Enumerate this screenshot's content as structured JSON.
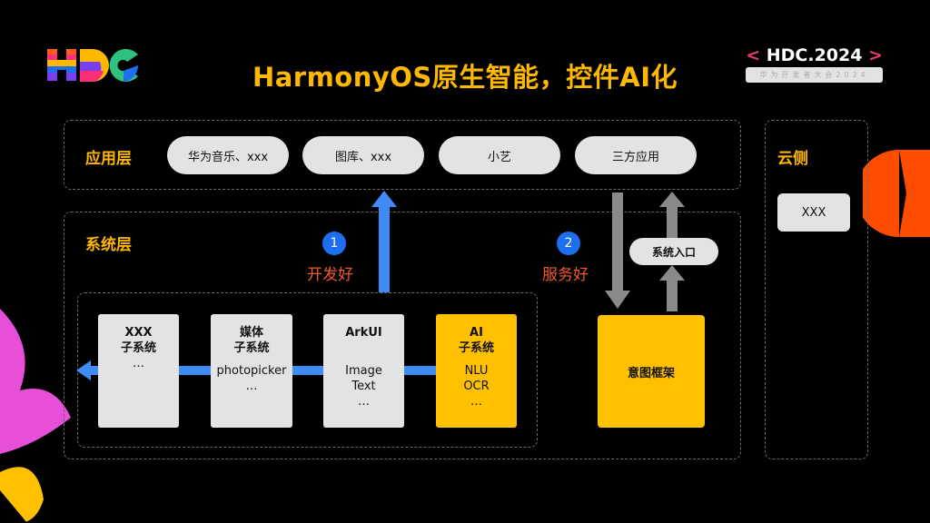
{
  "header": {
    "title": "HarmonyOS原生智能，控件AI化",
    "badge_left": "<",
    "badge_text": "HDC.2024",
    "badge_right": ">",
    "badge_sub": "华为开发者大会2024"
  },
  "app_layer": {
    "label": "应用层",
    "apps": [
      "华为音乐、xxx",
      "图库、xxx",
      "小艺",
      "三方应用"
    ]
  },
  "system_layer": {
    "label": "系统层",
    "step1": {
      "num": "1",
      "label": "开发好"
    },
    "step2": {
      "num": "2",
      "label": "服务好"
    },
    "entry": "系统入口",
    "intent": "意图框架",
    "subsystems": [
      {
        "title": "XXX",
        "title2": "子系统",
        "items": [
          "…"
        ]
      },
      {
        "title": "媒体",
        "title2": "子系统",
        "items": [
          "photopicker",
          "…"
        ]
      },
      {
        "title": "ArkUI",
        "title2": "",
        "items": [
          "Image",
          "Text",
          "…"
        ]
      },
      {
        "title": "AI",
        "title2": "子系统",
        "items": [
          "NLU",
          "OCR",
          "…"
        ]
      }
    ]
  },
  "cloud": {
    "label": "云侧",
    "item": "XXX"
  },
  "colors": {
    "accent": "#FFB800",
    "arrow_blue": "#3F8CF5",
    "arrow_gray": "#8a8a8a",
    "highlight": "#FFC000",
    "step_red": "#F05A28"
  }
}
